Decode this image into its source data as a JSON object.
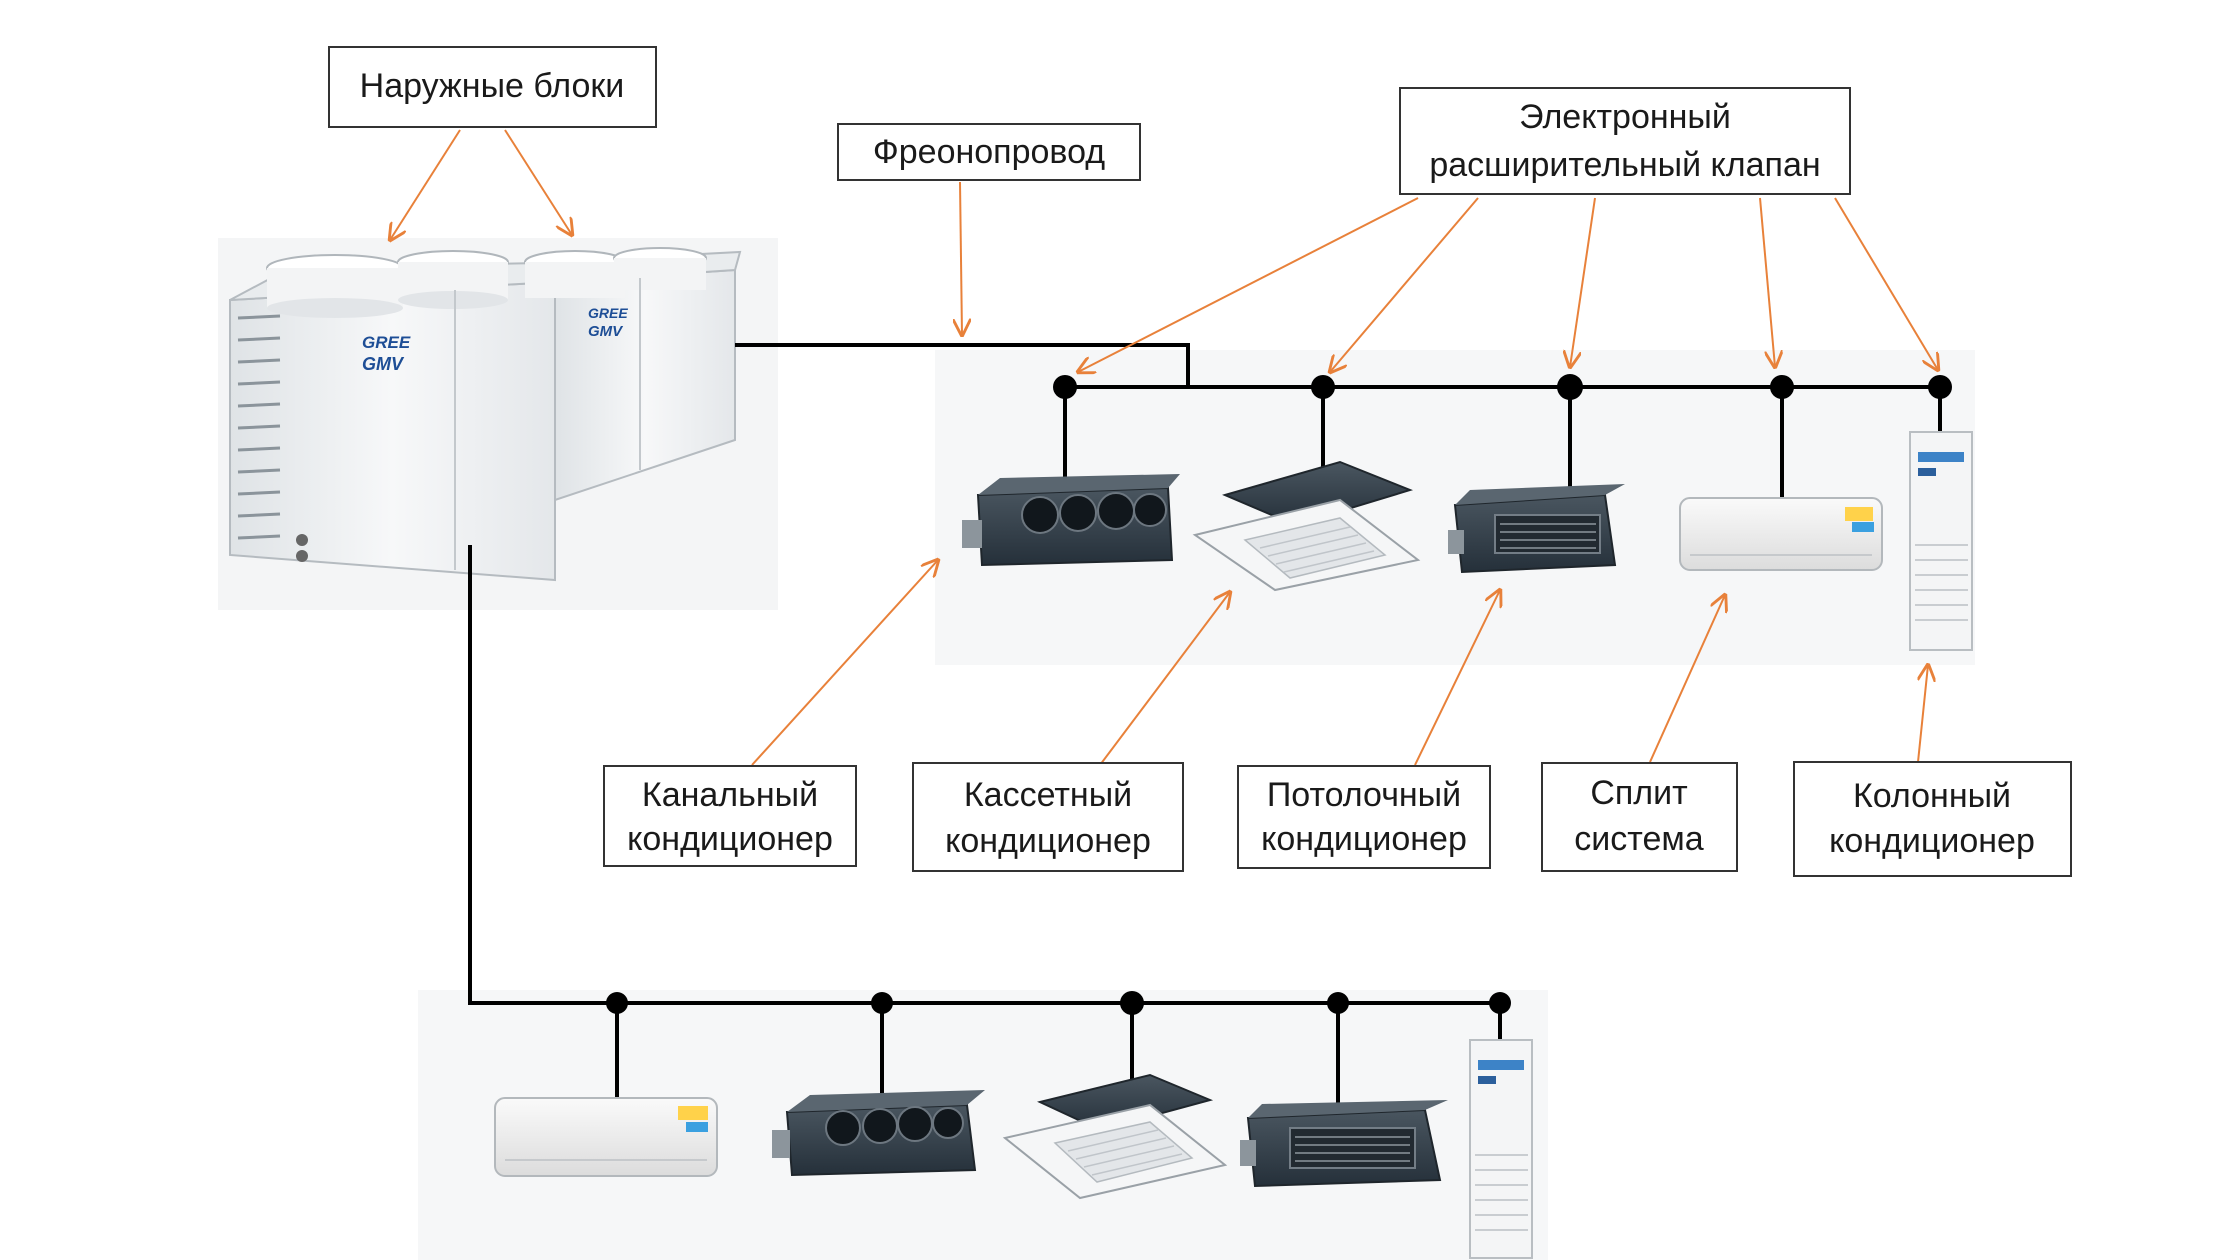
{
  "labels": {
    "outdoor_units": "Наружные блоки",
    "refrigerant_pipe": "Фреонопровод",
    "eev_line1": "Электронный",
    "eev_line2": "расширительный клапан",
    "duct_line1": "Канальный",
    "duct_line2": "кондиционер",
    "cassette_line1": "Кассетный",
    "cassette_line2": "кондиционер",
    "ceiling_line1": "Потолочный",
    "ceiling_line2": "кондиционер",
    "split_line1": "Сплит",
    "split_line2": "система",
    "column_line1": "Колонный",
    "column_line2": "кондиционер"
  },
  "brand": {
    "logo_text": "GREE",
    "series_text": "GMV"
  },
  "colors": {
    "arrow": "#e8813a",
    "pipe": "#000000",
    "label_border": "#333333",
    "unit_body": "#f1f3f4",
    "unit_dark": "#2f3a42"
  },
  "indoor_units_top": [
    {
      "type": "duct"
    },
    {
      "type": "cassette"
    },
    {
      "type": "ceiling"
    },
    {
      "type": "split"
    },
    {
      "type": "column"
    }
  ],
  "indoor_units_bottom": [
    {
      "type": "split"
    },
    {
      "type": "duct"
    },
    {
      "type": "cassette"
    },
    {
      "type": "ceiling"
    },
    {
      "type": "column"
    }
  ]
}
